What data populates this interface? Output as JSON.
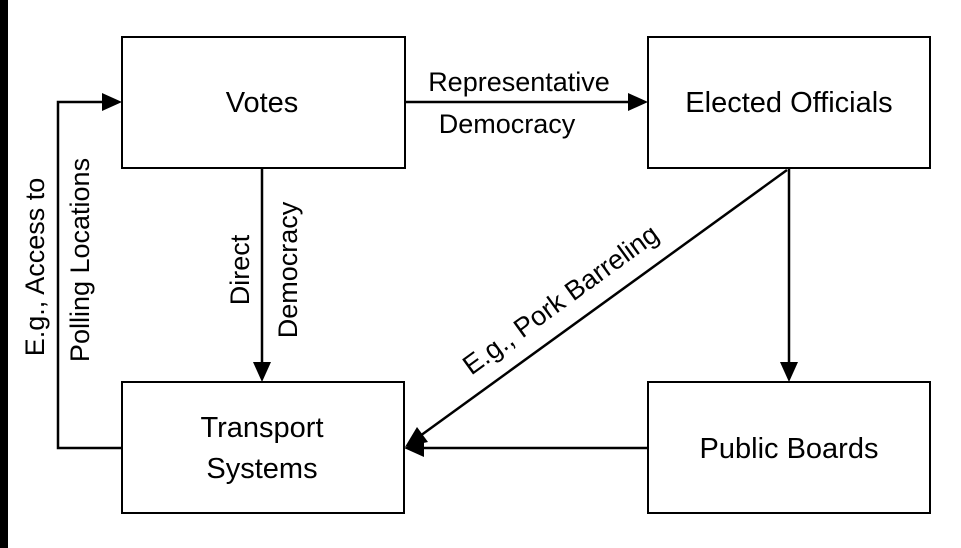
{
  "diagram": {
    "nodes": {
      "votes": {
        "label": "Votes"
      },
      "elected_officials": {
        "label": "Elected Officials"
      },
      "transport_systems": {
        "label_line1": "Transport",
        "label_line2": "Systems"
      },
      "public_boards": {
        "label": "Public Boards"
      }
    },
    "edges": {
      "representative_democracy": {
        "from": "Votes",
        "to": "Elected Officials",
        "label_line1": "Representative",
        "label_line2": "Democracy"
      },
      "direct_democracy": {
        "from": "Votes",
        "to": "Transport Systems",
        "label_line1": "Direct",
        "label_line2": "Democracy"
      },
      "pork_barreling": {
        "from": "Elected Officials",
        "to": "Transport Systems",
        "label": "E.g., Pork Barreling"
      },
      "officials_to_boards": {
        "from": "Elected Officials",
        "to": "Public Boards"
      },
      "boards_to_transport": {
        "from": "Public Boards",
        "to": "Transport Systems"
      },
      "polling_access": {
        "from": "Transport Systems",
        "to": "Votes",
        "label_line1": "E.g., Access to",
        "label_line2": "Polling Locations"
      }
    }
  }
}
